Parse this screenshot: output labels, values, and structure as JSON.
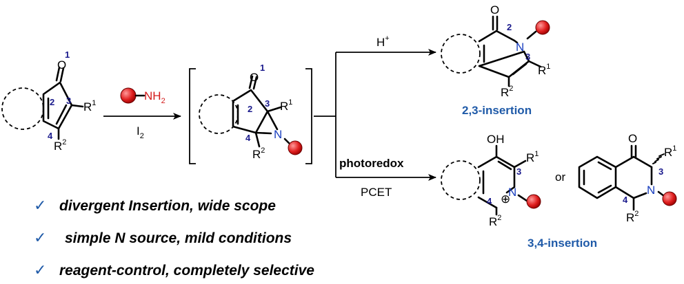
{
  "reagents": {
    "amine_label": "NH",
    "amine_sub": "2",
    "iodine_label": "I",
    "iodine_sub": "2"
  },
  "conditions": {
    "acid": "H",
    "acid_sup": "+",
    "photo": "photoredox",
    "pcet": "PCET"
  },
  "atoms": {
    "O": "O",
    "N": "N",
    "OH": "OH",
    "R": "R",
    "sup1": "1",
    "sup2": "2",
    "or": "or",
    "charge": "⊕"
  },
  "numbers": {
    "n1": "1",
    "n2": "2",
    "n3": "3",
    "n4": "4"
  },
  "products": {
    "label_23": "2,3-insertion",
    "label_34": "3,4-insertion"
  },
  "bullets": [
    {
      "check": "✓",
      "text": "divergent Insertion, wide scope"
    },
    {
      "check": "✓",
      "text": "simple N source, mild conditions"
    },
    {
      "check": "✓",
      "text": "reagent-control, completely selective"
    }
  ]
}
